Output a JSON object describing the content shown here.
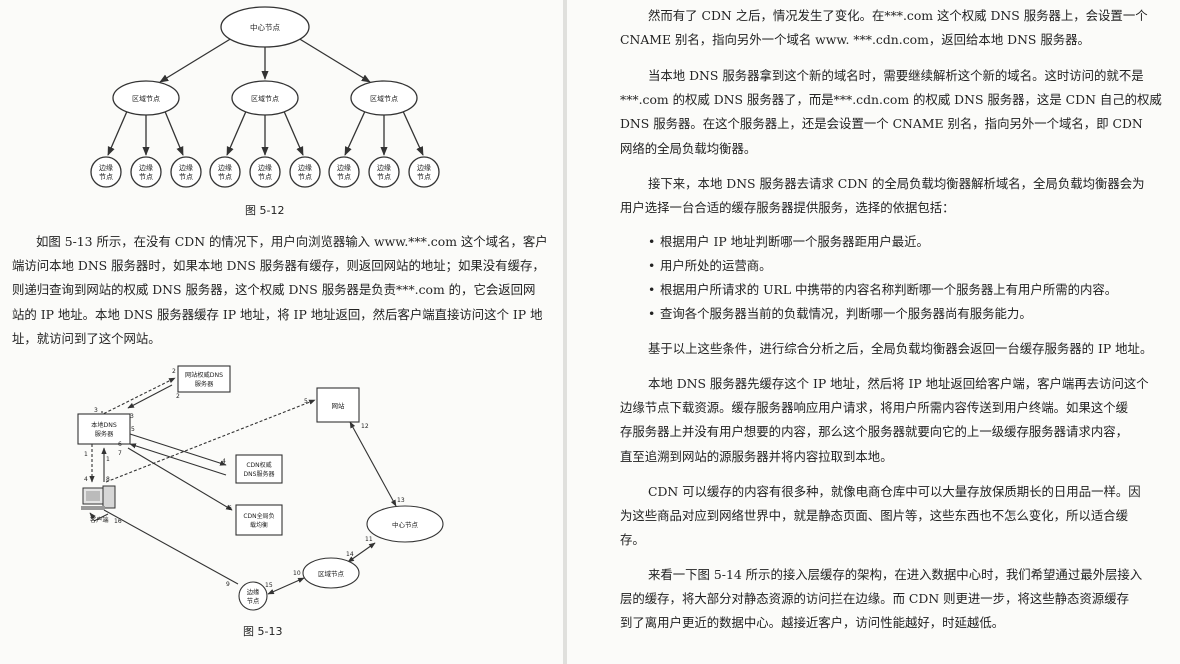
{
  "fig1": {
    "caption": "图 5-12",
    "center": "中心节点",
    "regions": [
      "区域节点",
      "区域节点",
      "区域节点"
    ],
    "edge_l1": "边缘",
    "edge_l2": "节点"
  },
  "left_para": [
    "如图 5-13 所示，在没有 CDN 的情况下，用户向浏览器输入 www.***.com 这个域名，客户",
    "端访问本地 DNS 服务器时，如果本地 DNS 服务器有缓存，则返回网站的地址；如果没有缓存，",
    "则递归查询到网站的权威 DNS 服务器，这个权威 DNS 服务器是负责***.com 的，它会返回网",
    "站的 IP 地址。本地 DNS 服务器缓存 IP 地址，将 IP 地址返回，然后客户端直接访问这个 IP 地",
    "址，就访问到了这个网站。"
  ],
  "fig2": {
    "caption": "图 5-13",
    "auth_dns_l1": "网站权威DNS",
    "auth_dns_l2": "服务器",
    "local_dns_l1": "本地DNS",
    "local_dns_l2": "服务器",
    "website": "网站",
    "cdn_dns_l1": "CDN权威",
    "cdn_dns_l2": "DNS服务器",
    "cdn_lb_l1": "CDN全局负",
    "cdn_lb_l2": "载均衡",
    "client": "客户端",
    "center": "中心节点",
    "region": "区域节点",
    "edge_l1": "边缘",
    "edge_l2": "节点",
    "nums": {
      "n1": "1",
      "n2": "2",
      "n3": "3",
      "n4": "4",
      "n5": "5",
      "n6": "6",
      "n7": "7",
      "n8": "8",
      "n9": "9",
      "n10": "10",
      "n11": "11",
      "n12": "12",
      "n13": "13",
      "n14": "14",
      "n15": "15",
      "n16": "16"
    }
  },
  "right": {
    "p1": [
      "然而有了 CDN 之后，情况发生了变化。在***.com 这个权威 DNS 服务器上，会设置一个",
      "CNAME 别名，指向另外一个域名 www. ***.cdn.com，返回给本地 DNS 服务器。"
    ],
    "p2": [
      "当本地 DNS 服务器拿到这个新的域名时，需要继续解析这个新的域名。这时访问的就不是",
      "***.com 的权威 DNS 服务器了，而是***.cdn.com 的权威 DNS 服务器，这是 CDN 自己的权威",
      "DNS 服务器。在这个服务器上，还是会设置一个 CNAME 别名，指向另外一个域名，即 CDN",
      "网络的全局负载均衡器。"
    ],
    "p3": [
      "接下来，本地 DNS 服务器去请求 CDN 的全局负载均衡器解析域名，全局负载均衡器会为",
      "用户选择一台合适的缓存服务器提供服务，选择的依据包括："
    ],
    "bullets": [
      "根据用户 IP 地址判断哪一个服务器距用户最近。",
      "用户所处的运营商。",
      "根据用户所请求的 URL 中携带的内容名称判断哪一个服务器上有用户所需的内容。",
      "查询各个服务器当前的负载情况，判断哪一个服务器尚有服务能力。"
    ],
    "p4": [
      "基于以上这些条件，进行综合分析之后，全局负载均衡器会返回一台缓存服务器的 IP 地址。"
    ],
    "p5": [
      "本地 DNS 服务器先缓存这个 IP 地址，然后将 IP 地址返回给客户端，客户端再去访问这个",
      "边缘节点下载资源。缓存服务器响应用户请求，将用户所需内容传送到用户终端。如果这个缓",
      "存服务器上并没有用户想要的内容，那么这个服务器就要向它的上一级缓存服务器请求内容，",
      "直至追溯到网站的源服务器并将内容拉取到本地。"
    ],
    "p6": [
      "CDN 可以缓存的内容有很多种，就像电商仓库中可以大量存放保质期长的日用品一样。因",
      "为这些商品对应到网络世界中，就是静态页面、图片等，这些东西也不怎么变化，所以适合缓",
      "存。"
    ],
    "p7": [
      "来看一下图 5-14 所示的接入层缓存的架构，在进入数据中心时，我们希望通过最外层接入",
      "层的缓存，将大部分对静态资源的访问拦在边缘。而 CDN 则更进一步，将这些静态资源缓存",
      "到了离用户更近的数据中心。越接近客户，访问性能越好，时延越低。"
    ]
  }
}
